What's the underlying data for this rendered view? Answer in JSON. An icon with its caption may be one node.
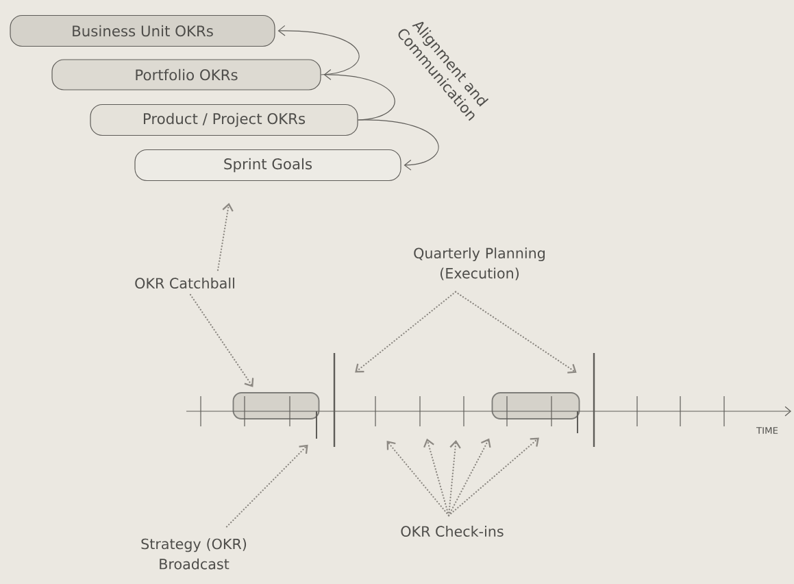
{
  "diagram": {
    "nodes": [
      {
        "text": [
          "Business Unit OKRs"
        ]
      },
      {
        "text": [
          "Portfolio OKRs"
        ]
      },
      {
        "text": [
          "Product / Project OKRs"
        ]
      },
      {
        "text": [
          "Sprint Goals"
        ]
      },
      {
        "text": [
          "OKR Catchball"
        ]
      },
      {
        "text": [
          "Quarterly Planning (Execution)"
        ]
      },
      {
        "text": [
          "Strategy (OKR) Broadcast"
        ]
      },
      {
        "text": [
          "OKR Check-ins"
        ]
      },
      {
        "text": [],
        "shape": "box"
      },
      {
        "text": [],
        "shape": "box"
      }
    ],
    "edges": [
      {
        "from": 1,
        "to": 0,
        "arrow": "to"
      },
      {
        "from": 2,
        "to": 1,
        "arrow": "to"
      },
      {
        "from": 2,
        "to": 3,
        "arrow": "to"
      },
      {
        "from": 4,
        "to": 3,
        "arrow": "to",
        "style": "dashed"
      },
      {
        "from": 4,
        "to": 8,
        "arrow": "to",
        "style": "dashed"
      },
      {
        "from": 5,
        "to": null,
        "arrow": "to",
        "style": "dashed"
      },
      {
        "from": 5,
        "to": null,
        "arrow": "to",
        "style": "dashed"
      },
      {
        "from": 6,
        "to": 8,
        "arrow": "to",
        "style": "dashed"
      },
      {
        "from": 7,
        "to": null,
        "arrow": "to",
        "style": "dashed"
      },
      {
        "from": 7,
        "to": null,
        "arrow": "to",
        "style": "dashed"
      },
      {
        "from": 7,
        "to": null,
        "arrow": "to",
        "style": "dashed"
      },
      {
        "from": 7,
        "to": null,
        "arrow": "to",
        "style": "dashed"
      },
      {
        "from": 7,
        "to": null,
        "arrow": "to",
        "style": "dashed"
      }
    ],
    "labels": [
      "Alignment and Communication",
      "TIME"
    ]
  }
}
